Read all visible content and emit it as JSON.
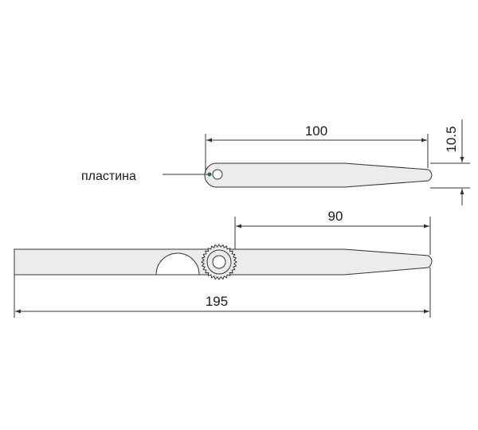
{
  "labels": {
    "plate_label": "пластина"
  },
  "dimensions": {
    "top_length": "100",
    "top_thickness": "10.5",
    "bottom_blade_length": "90",
    "bottom_total_length": "195"
  },
  "colors": {
    "line": "#333333",
    "part_fill": "#ececec",
    "leader_dot": "#2e6b3a"
  }
}
